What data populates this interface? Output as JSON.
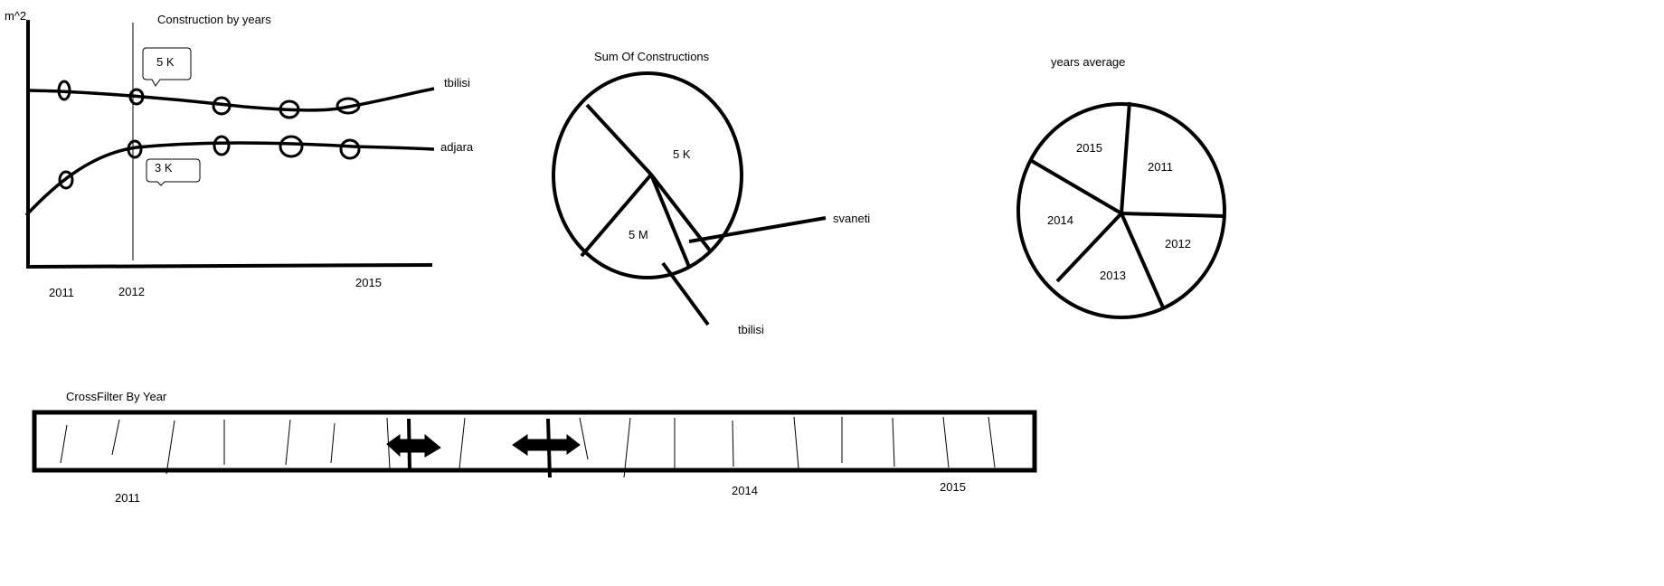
{
  "line_chart": {
    "title": "Construction by years",
    "y_unit": "m^2",
    "x_labels": [
      "2011",
      "2012",
      "2015"
    ],
    "callout_top": "5 K",
    "callout_bottom": "3 K",
    "series_top": "tbilisi",
    "series_bottom": "adjara"
  },
  "sum_pie": {
    "title": "Sum Of Constructions",
    "slice_label_top": "5 K",
    "slice_label_bottom": "5 M",
    "pointer_right": "svaneti",
    "pointer_bottom": "tbilisi"
  },
  "years_pie": {
    "title": "years average",
    "slices": [
      "2015",
      "2011",
      "2014",
      "2012",
      "2013"
    ]
  },
  "crossfilter": {
    "title": "CrossFilter By Year",
    "axis_labels": [
      "2011",
      "2014",
      "2015"
    ]
  }
}
